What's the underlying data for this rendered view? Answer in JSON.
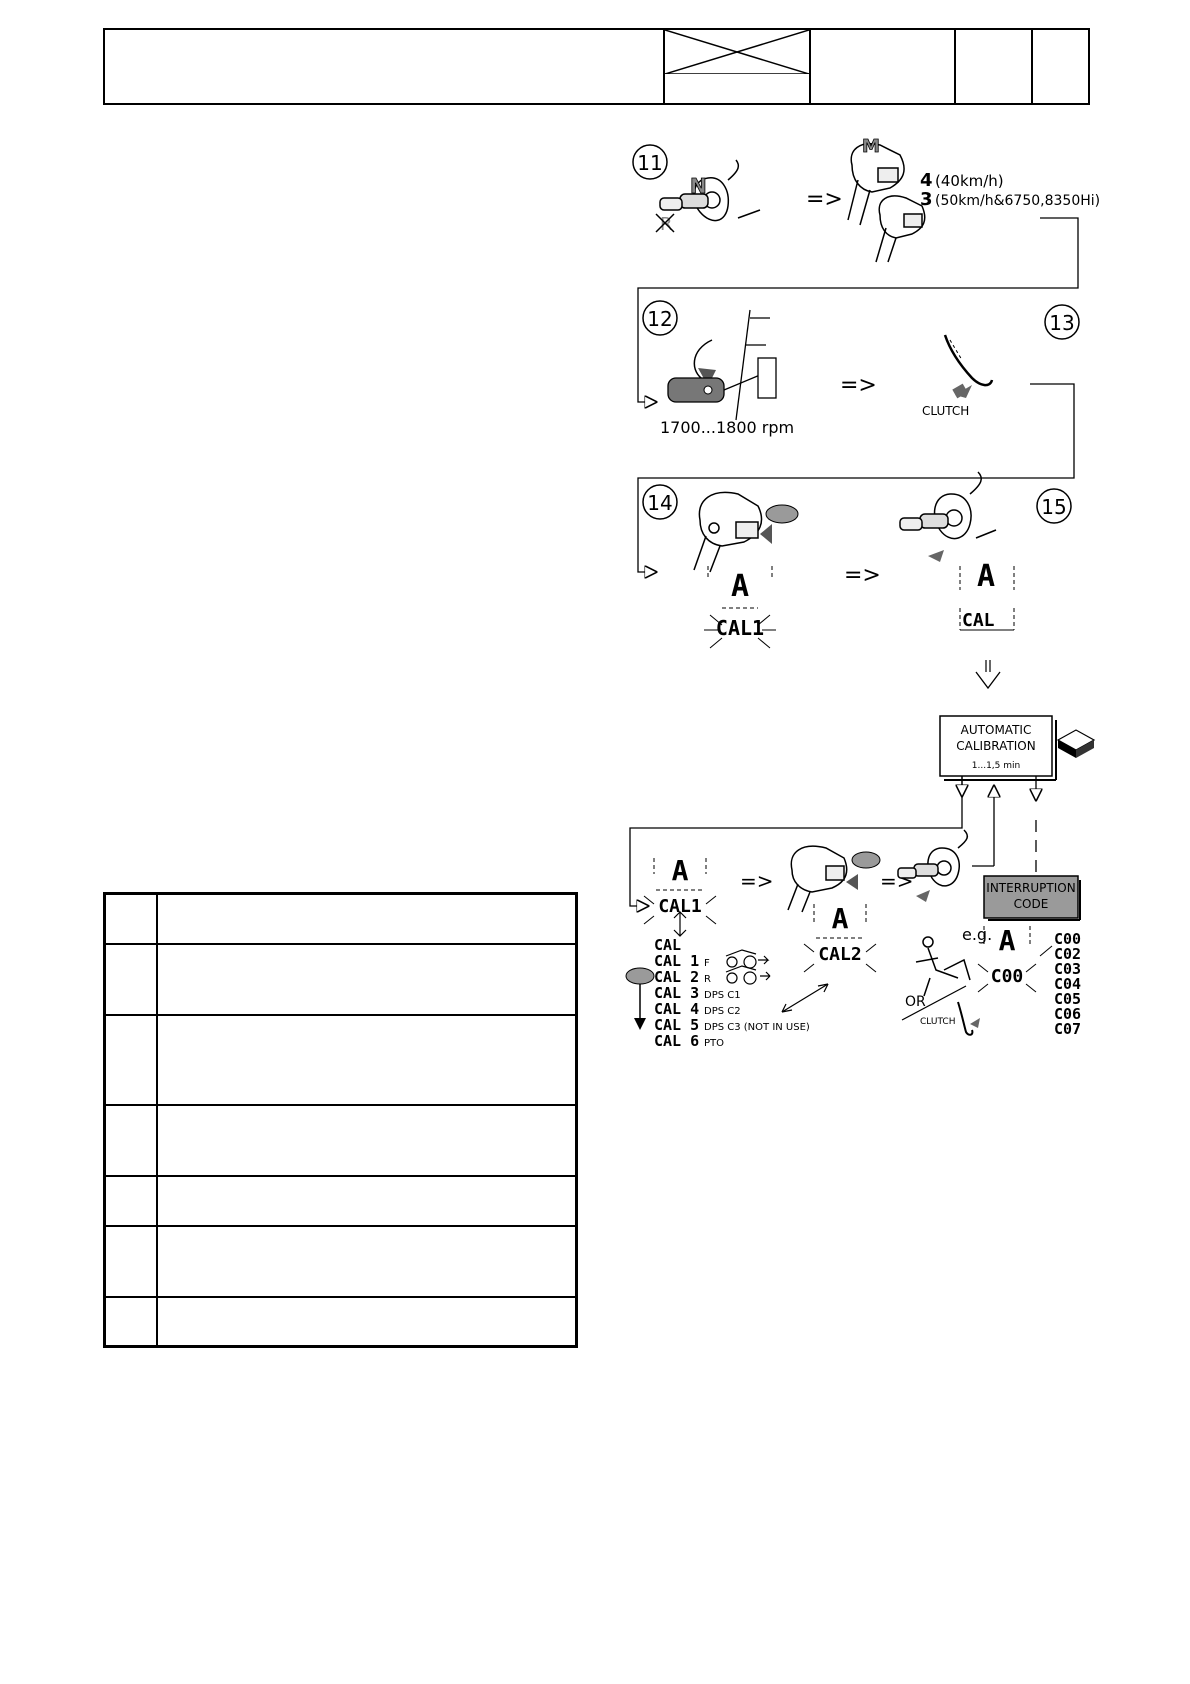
{
  "steps": {
    "s11": "11",
    "s12": "12",
    "s13": "13",
    "s14": "14",
    "s15": "15"
  },
  "gear_labels": {
    "neutral": "N",
    "reverse": "R",
    "manual": "M",
    "g4": "4",
    "g4_note": "(40km/h)",
    "g3": "3",
    "g3_note": "(50km/h&6750,8350Hi)"
  },
  "arrows": {
    "implies": "=>"
  },
  "labels": {
    "rpm": "1700...1800 rpm",
    "clutch": "CLUTCH",
    "clutch_small": "CLUTCH",
    "or": "OR",
    "eg": "e.g."
  },
  "display": {
    "a": "A",
    "cal": "CAL",
    "cal1": "CAL1",
    "cal2": "CAL2",
    "c00": "C00"
  },
  "auto_box": {
    "line1": "AUTOMATIC",
    "line2": "CALIBRATION",
    "line3": "1...1,5 min"
  },
  "interrupt_box": {
    "line1": "INTERRUPTION",
    "line2": "CODE"
  },
  "cal_list": [
    {
      "code": "CAL",
      "desc": ""
    },
    {
      "code": "CAL 1",
      "desc": "F"
    },
    {
      "code": "CAL 2",
      "desc": "R"
    },
    {
      "code": "CAL 3",
      "desc": "DPS C1"
    },
    {
      "code": "CAL 4",
      "desc": "DPS C2"
    },
    {
      "code": "CAL 5",
      "desc": "DPS C3 (NOT IN USE)"
    },
    {
      "code": "CAL 6",
      "desc": "PTO"
    }
  ],
  "codes": [
    "C00",
    "C02",
    "C03",
    "C04",
    "C05",
    "C06",
    "C07"
  ],
  "colors": {
    "line": "#000000",
    "gray_box": "#9a9a9a",
    "light_gray": "#c8c8c8"
  }
}
